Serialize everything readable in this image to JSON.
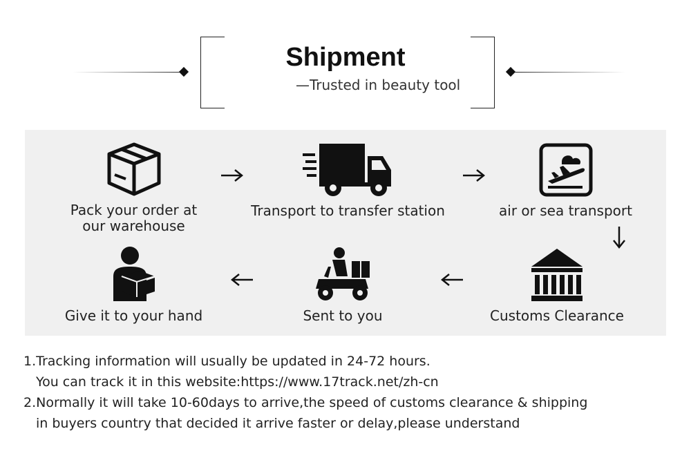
{
  "header": {
    "title": "Shipment",
    "subtitle": "—Trusted in beauty tool"
  },
  "steps": {
    "pack": {
      "label": "Pack your order at our warehouse",
      "icon": "box-icon"
    },
    "transport": {
      "label": "Transport to transfer station",
      "icon": "truck-icon"
    },
    "air_sea": {
      "label": "air or sea transport",
      "icon": "airplane-icon"
    },
    "customs": {
      "label": "Customs Clearance",
      "icon": "customs-building-icon"
    },
    "sent": {
      "label": "Sent to you",
      "icon": "delivery-scooter-icon"
    },
    "give": {
      "label": "Give it to your hand",
      "icon": "person-holding-box-icon"
    }
  },
  "notes": [
    "1.Tracking information will usually be updated in 24-72 hours.",
    "You can track it in this website:https://www.17track.net/zh-cn",
    "2.Normally it will take 10-60days to arrive,the speed of customs clearance & shipping",
    "in buyers country that decided it arrive faster or delay,please understand"
  ]
}
